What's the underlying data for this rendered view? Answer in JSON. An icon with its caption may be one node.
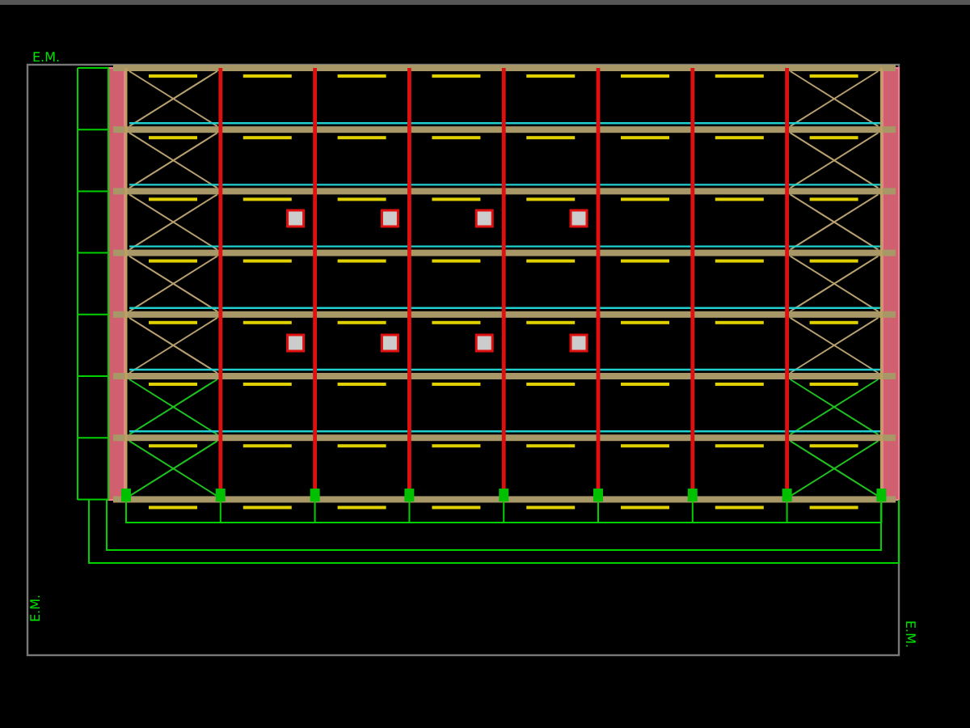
{
  "diagram": {
    "labels": [
      "E.M.",
      "E.M.",
      "E.M."
    ]
  }
}
